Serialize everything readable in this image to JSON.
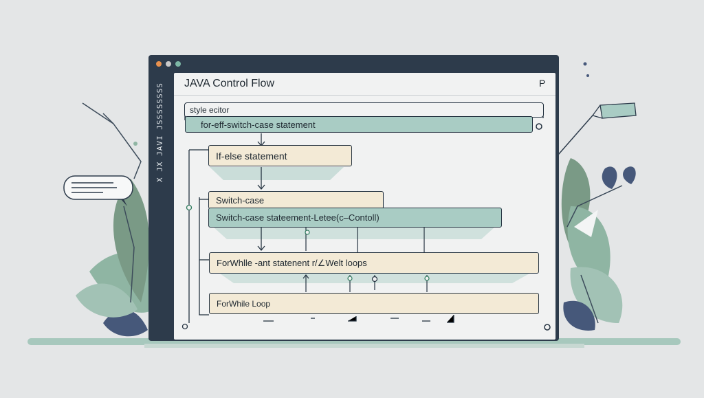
{
  "window": {
    "title": "JAVA Control Flow",
    "title_glyph": "P",
    "side_text": "X JX JAVI JSSSSSSSS X",
    "traffic_lights": [
      "#e8914e",
      "#c9c9c9",
      "#7db8a6"
    ]
  },
  "nodes": {
    "style_editor": "style ecitor",
    "for_switch": "for-eff-switch-case statement",
    "if_else": "If-else statement",
    "switch_case": "Switch-case",
    "switch_case_statement": "Switch-case stateement-Letee(c–Contoll)",
    "for_while_statement": "ForWhlle  -ant statenent r/∠Welt loops",
    "for_while_loop": "ForWhile Loop"
  },
  "colors": {
    "background": "#e4e6e7",
    "window": "#2d3b4b",
    "box_green": "#a9ccc4",
    "box_beige": "#f3ead6",
    "leaf_green": "#8fb5a3",
    "leaf_sage": "#7a9a86",
    "leaf_navy": "#46587a",
    "stroke": "#243240"
  },
  "icons": [
    "speech-bubble-icon",
    "plant-leaf-icon",
    "pen-icon",
    "arrow-down-icon"
  ]
}
